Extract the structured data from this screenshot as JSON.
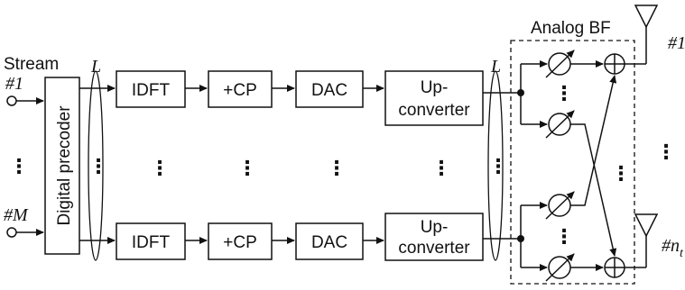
{
  "diagram": {
    "input_label": "Stream",
    "input_top": "#1",
    "input_bottom": "#M",
    "precoder": "Digital precoder",
    "rf_chain_count": "L",
    "blocks": {
      "idft": "IDFT",
      "cp": "+CP",
      "dac": "DAC",
      "upconv_1": "Up-",
      "upconv_2": "converter"
    },
    "analog_bf": "Analog BF",
    "antenna_top": "#1",
    "antenna_bottom": "#n",
    "antenna_bottom_sub": "t",
    "dots": "⋮"
  }
}
